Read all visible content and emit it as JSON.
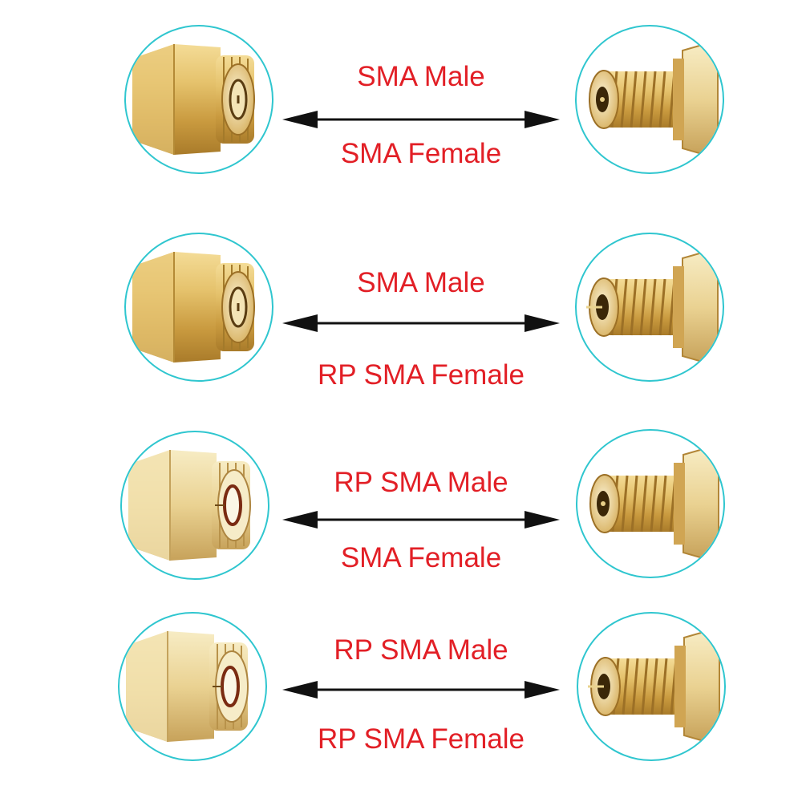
{
  "colors": {
    "label": "#e21f26",
    "circle_border": "#2fc6cf",
    "arrow": "#111111",
    "gold": "#d9b15a"
  },
  "rows": [
    {
      "top_label": "SMA Male",
      "bottom_label": "SMA Female",
      "left_icon": "sma-male-connector-icon",
      "right_icon": "sma-female-bulkhead-icon"
    },
    {
      "top_label": "SMA Male",
      "bottom_label": "RP SMA Female",
      "left_icon": "sma-male-connector-icon",
      "right_icon": "rp-sma-female-bulkhead-icon"
    },
    {
      "top_label": "RP SMA Male",
      "bottom_label": "SMA Female",
      "left_icon": "rp-sma-male-connector-icon",
      "right_icon": "sma-female-bulkhead-icon"
    },
    {
      "top_label": "RP SMA Male",
      "bottom_label": "RP SMA Female",
      "left_icon": "rp-sma-male-connector-icon",
      "right_icon": "rp-sma-female-bulkhead-icon"
    }
  ]
}
